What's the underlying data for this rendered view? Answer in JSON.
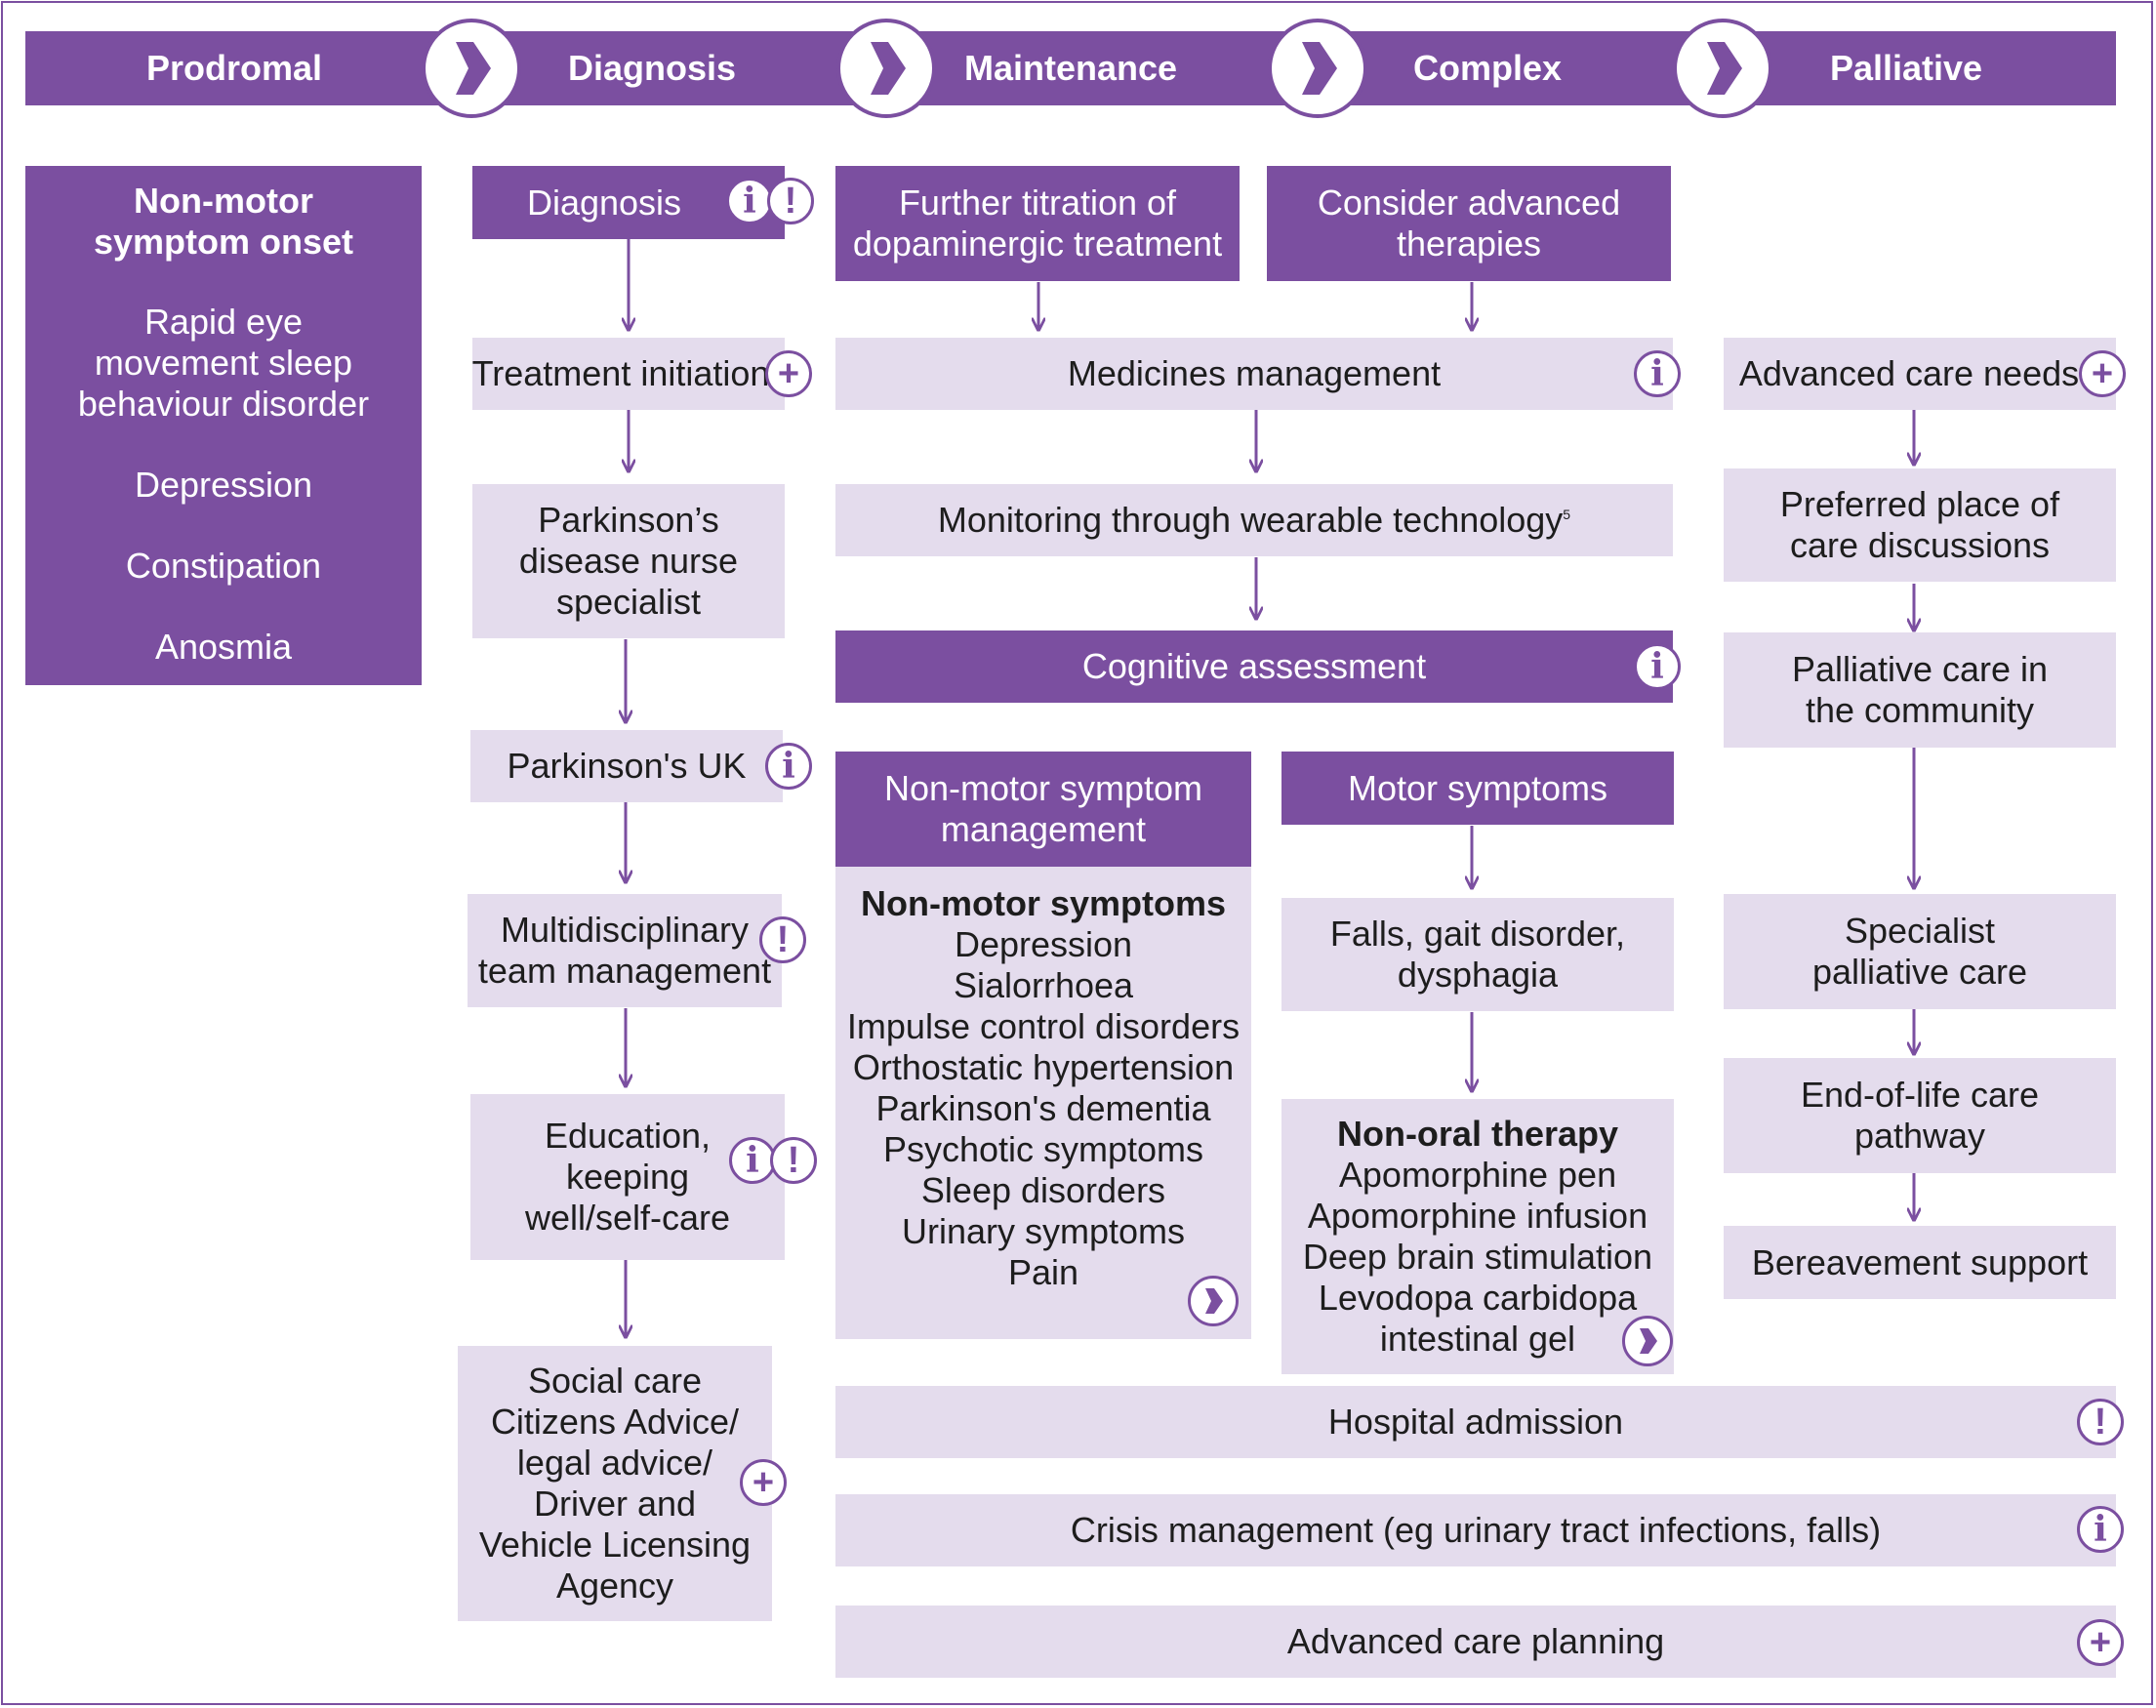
{
  "phases": [
    "Prodromal",
    "Diagnosis",
    "Maintenance",
    "Complex",
    "Palliative"
  ],
  "prodromal": {
    "title_lines": [
      "Non-motor",
      "symptom onset"
    ],
    "items": [
      [
        "Rapid eye",
        "movement sleep",
        "behaviour disorder"
      ],
      [
        "Depression"
      ],
      [
        "Constipation"
      ],
      [
        "Anosmia"
      ]
    ]
  },
  "diagnosis": {
    "diagnosis": "Diagnosis",
    "treatment": "Treatment initiation",
    "nurse": [
      "Parkinson’s",
      "disease nurse",
      "specialist"
    ],
    "uk": "Parkinson's UK",
    "mdt": [
      "Multidisciplinary",
      "team management"
    ],
    "education": [
      "Education,",
      "keeping",
      "well/self-care"
    ],
    "social": [
      "Social care",
      "Citizens Advice/",
      "legal advice/",
      "Driver and",
      "Vehicle Licensing",
      "Agency"
    ]
  },
  "maintenance": {
    "titration": [
      "Further titration of",
      "dopaminergic treatment"
    ],
    "advanced": [
      "Consider advanced",
      "therapies"
    ],
    "medicines": "Medicines management",
    "monitoring": "Monitoring through wearable technology",
    "monitoring_ref": "5",
    "cognitive": "Cognitive assessment",
    "nonmotor_header": [
      "Non-motor symptom",
      "management"
    ],
    "nonmotor_title": "Non-motor symptoms",
    "nonmotor_items": [
      "Depression",
      "Sialorrhoea",
      "Impulse control disorders",
      "Orthostatic hypertension",
      "Parkinson's dementia",
      "Psychotic symptoms",
      "Sleep disorders",
      "Urinary symptoms",
      "Pain"
    ],
    "motor_header": "Motor symptoms",
    "falls": [
      "Falls, gait disorder,",
      "dysphagia"
    ],
    "nonoral_title": "Non-oral therapy",
    "nonoral_items": [
      "Apomorphine pen",
      "Apomorphine infusion",
      "Deep brain stimulation",
      "Levodopa carbidopa",
      "intestinal gel"
    ]
  },
  "palliative": {
    "advanced_needs": "Advanced care needs",
    "preferred": [
      "Preferred place of",
      "care discussions"
    ],
    "community": [
      "Palliative care in",
      "the community"
    ],
    "specialist": [
      "Specialist",
      "palliative care"
    ],
    "endoflife": [
      "End-of-life care",
      "pathway"
    ],
    "bereavement": "Bereavement support"
  },
  "shared": {
    "hospital": "Hospital admission",
    "crisis": "Crisis management (eg urinary tract infections, falls)",
    "planning": "Advanced care planning"
  },
  "badges": {
    "info": "i",
    "warning": "!",
    "plus": "+"
  },
  "colors": {
    "dark_purple": "#7b4fa0",
    "light_purple": "#e4dced",
    "text": "#1d1d1d"
  }
}
